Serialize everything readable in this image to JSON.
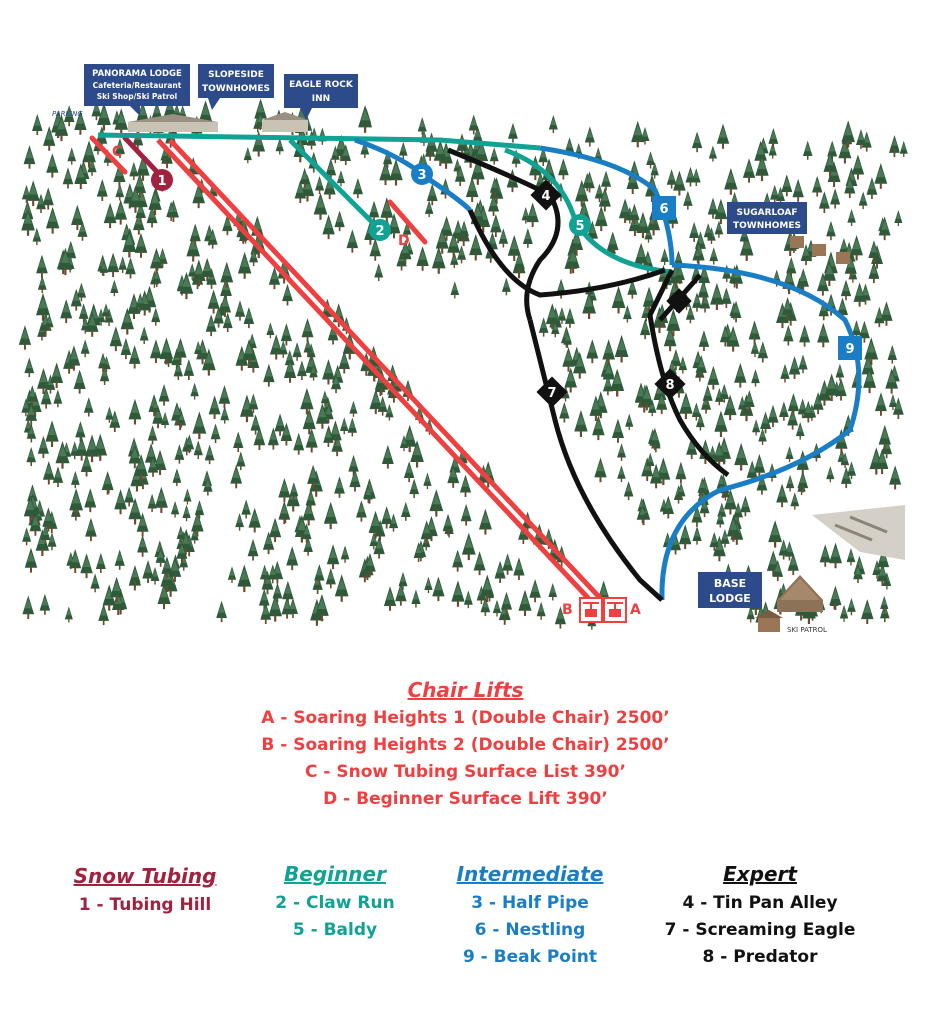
{
  "colors": {
    "tubing": "#a0223f",
    "lift": "#ee4040",
    "beginner": "#10a293",
    "intermediate": "#1a7ec6",
    "expert": "#111111",
    "label_bg": "#2d4a8a",
    "tree": "#2f5a3a"
  },
  "map": {
    "parking": "PARKING",
    "ski_patrol": "SKI PATROL",
    "labels": {
      "panorama": [
        "PANORAMA LODGE",
        "Cafeteria/Restaurant",
        "Ski Shop/Ski Patrol"
      ],
      "slopeside": [
        "SLOPESIDE",
        "TOWNHOMES"
      ],
      "eagle_rock": [
        "EAGLE ROCK",
        "INN"
      ],
      "sugarloaf": [
        "SUGARLOAF",
        "TOWNHOMES"
      ],
      "base": [
        "BASE",
        "LODGE"
      ]
    },
    "markers": {
      "t1": "1",
      "t2": "2",
      "t3": "3",
      "t4": "4",
      "t5": "5",
      "t6": "6",
      "t7": "7",
      "t8": "8",
      "t9": "9",
      "lA": "A",
      "lB": "B",
      "lC": "C",
      "lD": "D"
    }
  },
  "legend": {
    "chair_lifts": {
      "title": "Chair Lifts",
      "items": [
        "A - Soaring Heights 1 (Double Chair) 2500’",
        "B - Soaring Heights 2 (Double Chair) 2500’",
        "C - Snow Tubing Surface List 390’",
        "D - Beginner Surface Lift 390’"
      ]
    },
    "snow_tubing": {
      "title": "Snow Tubing",
      "items": [
        "1 - Tubing Hill"
      ]
    },
    "beginner": {
      "title": "Beginner",
      "items": [
        "2 - Claw Run",
        "5 - Baldy"
      ]
    },
    "intermediate": {
      "title": "Intermediate",
      "items": [
        "3 - Half Pipe",
        "6 - Nestling",
        "9 - Beak Point"
      ]
    },
    "expert": {
      "title": "Expert",
      "items": [
        "4 - Tin Pan Alley",
        "7 - Screaming Eagle",
        "8 - Predator"
      ]
    }
  }
}
